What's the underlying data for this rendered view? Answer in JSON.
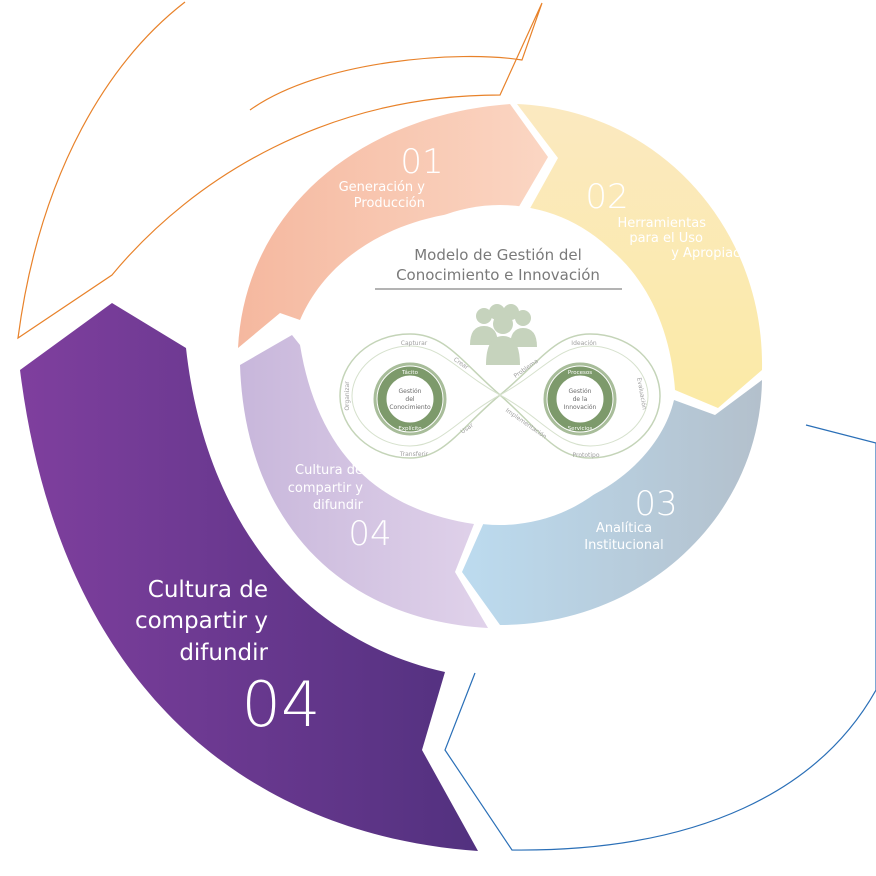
{
  "center": {
    "title_line1": "Modelo de Gestión del",
    "title_line2": "Conocimiento e Innovación"
  },
  "segments": [
    {
      "number": "01",
      "label_line1": "Generación y",
      "label_line2": "Producción",
      "color_from": "#f7b79d",
      "color_to": "#fbd3c0"
    },
    {
      "number": "02",
      "label_line1": "Herramientas",
      "label_line2": "para el Uso",
      "label_line3": "y Apropiación",
      "color_from": "#fce9b4",
      "color_to": "#fbe5a3"
    },
    {
      "number": "03",
      "label_line1": "Analítica",
      "label_line2": "Institucional",
      "color_from": "#bcd7ec",
      "color_to": "#b6c3cf"
    },
    {
      "number": "04",
      "label_line1": "Cultura de",
      "label_line2": "compartir y",
      "label_line3": "difundir",
      "color_from": "#c9b4dc",
      "color_to": "#dccfe8"
    }
  ],
  "highlight": {
    "number": "04",
    "label_line1": "Cultura de",
    "label_line2": "compartir y",
    "label_line3": "difundir",
    "color_from": "#7e3e9e",
    "color_to": "#54307f"
  },
  "infinity": {
    "left_title": [
      "Gestión",
      "del",
      "Conocimiento"
    ],
    "left_top": "Tácito",
    "left_bottom": "Explícito",
    "right_title": [
      "Gestión",
      "de la",
      "Innovación"
    ],
    "right_top": "Procesos",
    "right_bottom": "Servicios",
    "outer_labels": {
      "capturar": "Capturar",
      "crear": "Crear",
      "organizar": "Organizar",
      "transferir": "Transferir",
      "usar": "Usar",
      "problema": "Problema",
      "ideacion": "Ideación",
      "evaluacion": "Evaluación",
      "prototipo": "Prototipo",
      "implementacion": "Implementación"
    },
    "colors": {
      "ring": "#7d9a6b",
      "ring_light": "#a8bd9a",
      "line": "#c4d4b8",
      "people": "#c6d3bd"
    }
  },
  "outlines": {
    "orange": "#e8822a",
    "blue": "#2a6fb7"
  }
}
